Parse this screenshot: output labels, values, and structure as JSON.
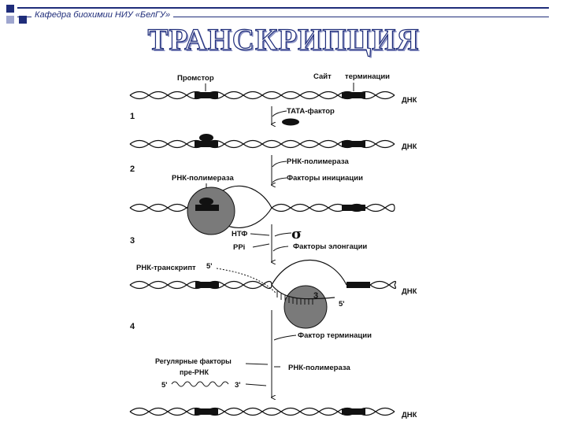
{
  "header": {
    "department": "Кафедра биохимии НИУ «БелГУ»",
    "title": "ТРАНСКРИПЦИЯ"
  },
  "diagram": {
    "promoter": "Промстор",
    "site": "Сайт",
    "termination": "терминации",
    "dna": "ДНК",
    "steps": [
      "1",
      "2",
      "3",
      "4"
    ],
    "tata_factor": "TATA-фактор",
    "rna_polymerase_right": "РНК-полимераза",
    "init_factors": "Факторы инициации",
    "rna_polymerase_left": "РНК-полимераза",
    "ntp": "НТФ",
    "ppi": "PPi",
    "sigma": "σ",
    "elong_factors": "Факторы элонгации",
    "rna_transcript": "РНК-транскрипт",
    "five_prime": "5'",
    "three_prime": "3'",
    "three": "3",
    "term_factor": "Фактор терминации",
    "reg_factors": "Регулярные факторы",
    "pre_rna": "пре-РНК",
    "rna_polymerase_4": "РНК-полимераза"
  },
  "colors": {
    "brand": "#1f2d7a",
    "polymerase": "#7a7a7a",
    "ink": "#111111"
  }
}
